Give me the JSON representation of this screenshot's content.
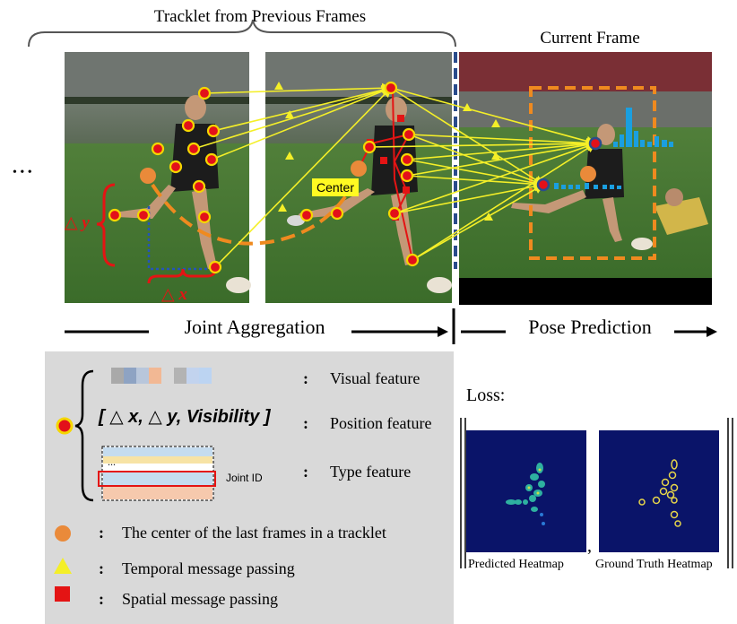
{
  "top": {
    "tracklet_title": "Tracklet from Previous Frames",
    "current_title": "Current Frame",
    "ellipsis": "• • •",
    "delta_y": "△ y",
    "delta_x": "△ x",
    "center_label": "Center",
    "joint_aggregation": "Joint Aggregation",
    "pose_prediction": "Pose Prediction"
  },
  "legend": {
    "visual_colon": ":",
    "visual_label": "Visual feature",
    "position_formula": "[ △ x,  △ y,  Visibility ]",
    "position_colon": ":",
    "position_label": "Position feature",
    "type_dots": "...",
    "joint_id": "Joint ID",
    "type_colon": ":",
    "type_label": "Type feature",
    "center_colon": ":",
    "center_desc": "The center of the last frames in a tracklet",
    "temporal_colon": ":",
    "temporal_desc": "Temporal message passing",
    "spatial_colon": ":",
    "spatial_desc": "Spatial message passing"
  },
  "loss": {
    "title": "Loss:",
    "comma": ",",
    "predicted_caption": "Predicted Heatmap",
    "ground_truth_caption": "Ground Truth Heatmap"
  },
  "colors": {
    "joint_fill": "#e3101a",
    "joint_ring": "#f5d600",
    "center": "#ea8a3a",
    "temporal": "#f4ef28",
    "spatial": "#e41414",
    "heatmap_bg": "#0a1469",
    "dash_orange": "#ef8a1f",
    "bar_blue": "#1a9fe0",
    "divider_blue": "#2a4c8c"
  }
}
